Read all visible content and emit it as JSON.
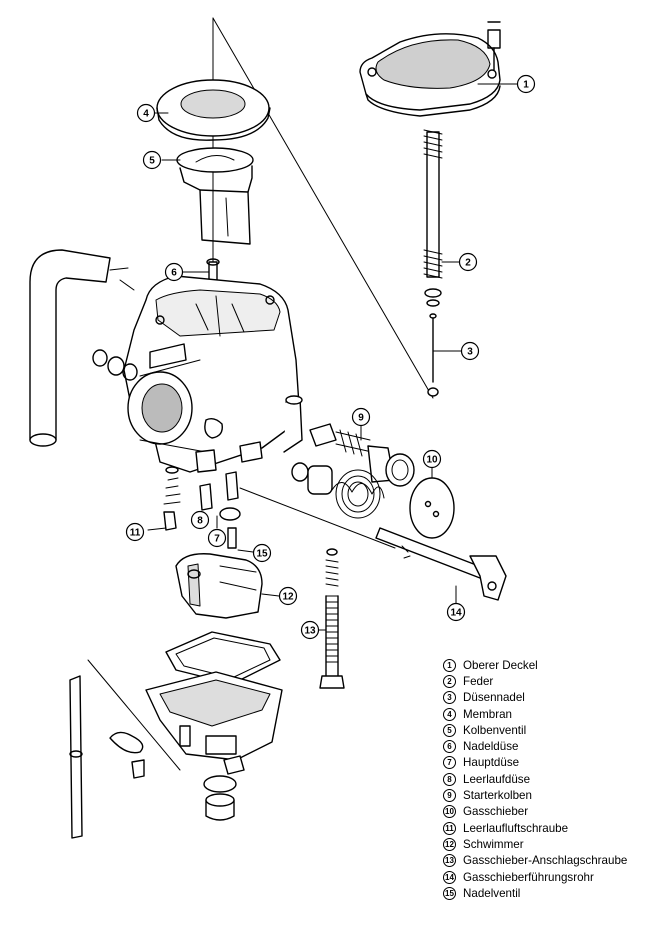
{
  "callouts": [
    {
      "number": "1"
    },
    {
      "number": "2"
    },
    {
      "number": "3"
    },
    {
      "number": "4"
    },
    {
      "number": "5"
    },
    {
      "number": "6"
    },
    {
      "number": "7"
    },
    {
      "number": "8"
    },
    {
      "number": "9"
    },
    {
      "number": "10"
    },
    {
      "number": "11"
    },
    {
      "number": "12"
    },
    {
      "number": "13"
    },
    {
      "number": "14"
    },
    {
      "number": "15"
    }
  ],
  "legend": [
    {
      "number": "1",
      "name": "Oberer Deckel"
    },
    {
      "number": "2",
      "name": "Feder"
    },
    {
      "number": "3",
      "name": "Düsennadel"
    },
    {
      "number": "4",
      "name": "Membran"
    },
    {
      "number": "5",
      "name": "Kolbenventil"
    },
    {
      "number": "6",
      "name": "Nadeldüse"
    },
    {
      "number": "7",
      "name": "Hauptdüse"
    },
    {
      "number": "8",
      "name": "Leerlaufdüse"
    },
    {
      "number": "9",
      "name": "Starterkolben"
    },
    {
      "number": "10",
      "name": "Gasschieber"
    },
    {
      "number": "11",
      "name": "Leerlaufluftschraube"
    },
    {
      "number": "12",
      "name": "Schwimmer"
    },
    {
      "number": "13",
      "name": "Gasschieber-Anschlagschraube"
    },
    {
      "number": "14",
      "name": "Gasschieberführungsrohr"
    },
    {
      "number": "15",
      "name": "Nadelventil"
    }
  ],
  "colors": {
    "ink": "#000000",
    "paper": "#ffffff",
    "shade": "#555555"
  }
}
